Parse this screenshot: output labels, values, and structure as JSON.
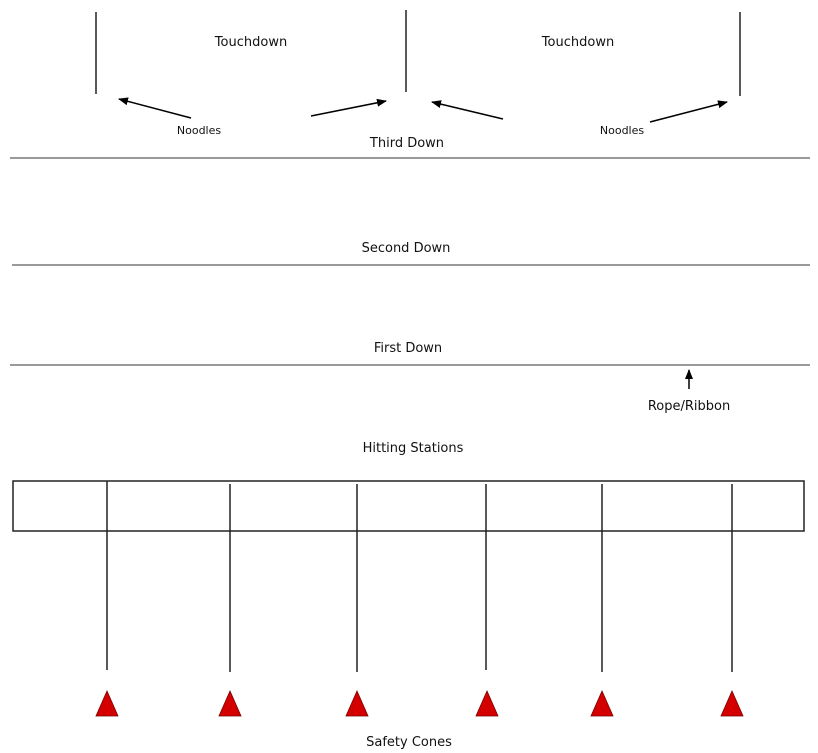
{
  "labels": {
    "touchdown_left": "Touchdown",
    "touchdown_right": "Touchdown",
    "noodles_left": "Noodles",
    "noodles_right": "Noodles",
    "third_down": "Third Down",
    "second_down": "Second Down",
    "first_down": "First Down",
    "rope_ribbon": "Rope/Ribbon",
    "hitting_stations": "Hitting Stations",
    "safety_cones": "Safety Cones"
  },
  "colors": {
    "cone": "#d40000",
    "down_line": "#9a9a9a",
    "ink": "#111111"
  },
  "stations_count": 6,
  "posts_count": 3
}
